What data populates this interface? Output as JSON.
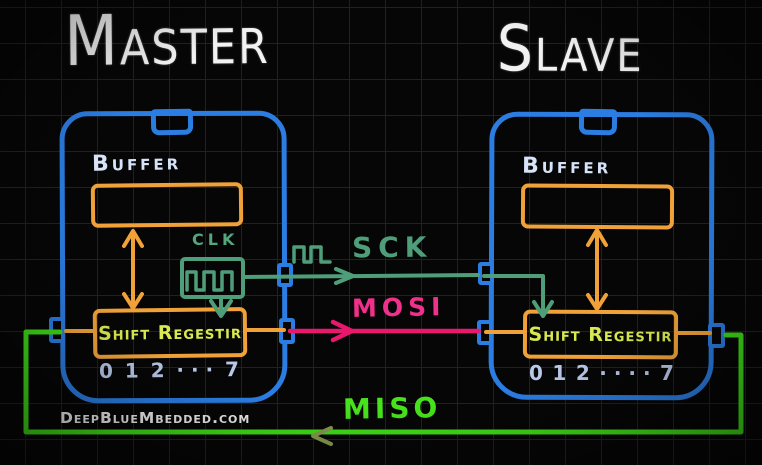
{
  "titles": {
    "master": "Master",
    "slave": "Slave"
  },
  "master": {
    "buffer_label": "Buffer",
    "shift_register_label": "Shift Regestir",
    "clk_label": "CLK",
    "bits": [
      "0",
      "1",
      "2",
      "· · ·",
      "7"
    ]
  },
  "slave": {
    "buffer_label": "Buffer",
    "shift_register_label": "Shift Regestir",
    "bits": [
      "0",
      "1",
      "2",
      "· · · ·",
      "7"
    ]
  },
  "signals": {
    "sck": "SCK",
    "mosi": "MOSI",
    "miso": "MISO"
  },
  "watermark": "DeepBlueMbedded.com",
  "colors": {
    "chip_blue": "#2b7de2",
    "wire_orange": "#f0a238",
    "wire_teal": "#4f9e7a",
    "wire_pink": "#e8186d",
    "wire_green": "#3fdf17",
    "arrow_olive": "#86994f",
    "shift_label_yellow": "#d9ea50",
    "buffer_text": "#d6e3f8",
    "bits_text": "#b9c8e8",
    "title_white": "#f2f2f2"
  }
}
